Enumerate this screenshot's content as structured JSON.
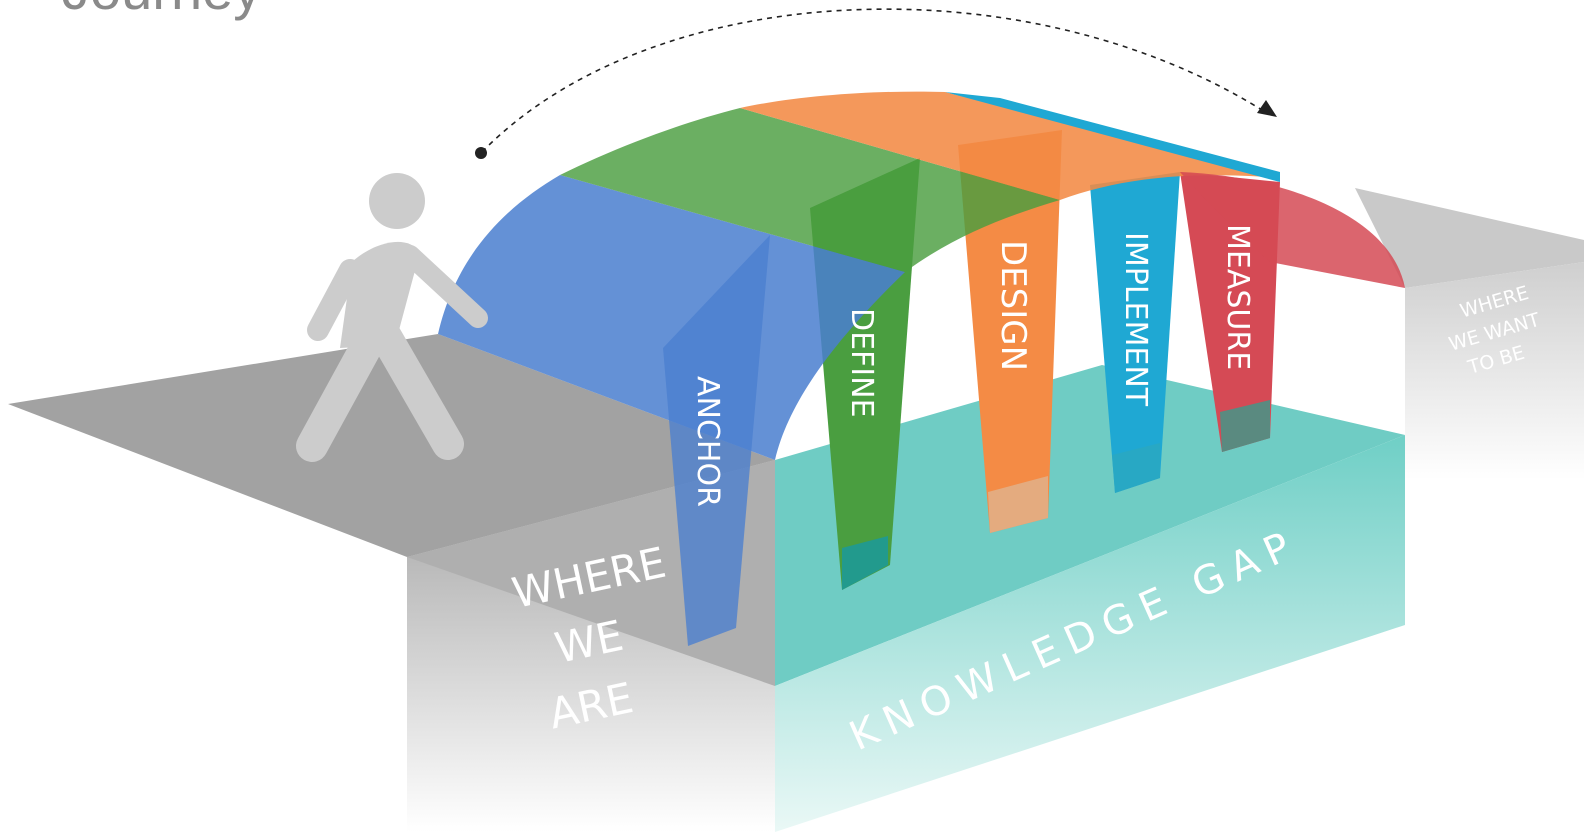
{
  "diagram": {
    "heading": "Journey",
    "stages": [
      {
        "label": "ANCHOR",
        "color": "#4a7fcf"
      },
      {
        "label": "DEFINE",
        "color": "#4a9e40"
      },
      {
        "label": "DESIGN",
        "color": "#f28a44"
      },
      {
        "label": "IMPLEMENT",
        "color": "#1fa8d3"
      },
      {
        "label": "MEASURE",
        "color": "#d54a55"
      }
    ],
    "start": {
      "lines": [
        "WHERE",
        "WE",
        "ARE"
      ]
    },
    "gap": {
      "label": "KNOWLEDGE GAP",
      "color": "#5ec9c0"
    },
    "destination": {
      "lines": [
        "WHERE",
        "WE WANT",
        "TO BE"
      ]
    },
    "colors": {
      "ground": "#a2a2a2",
      "person": "#cccccc",
      "arrow": "#222222"
    },
    "icons": [
      "walking-person-icon",
      "dashed-arc-arrow-icon"
    ]
  }
}
